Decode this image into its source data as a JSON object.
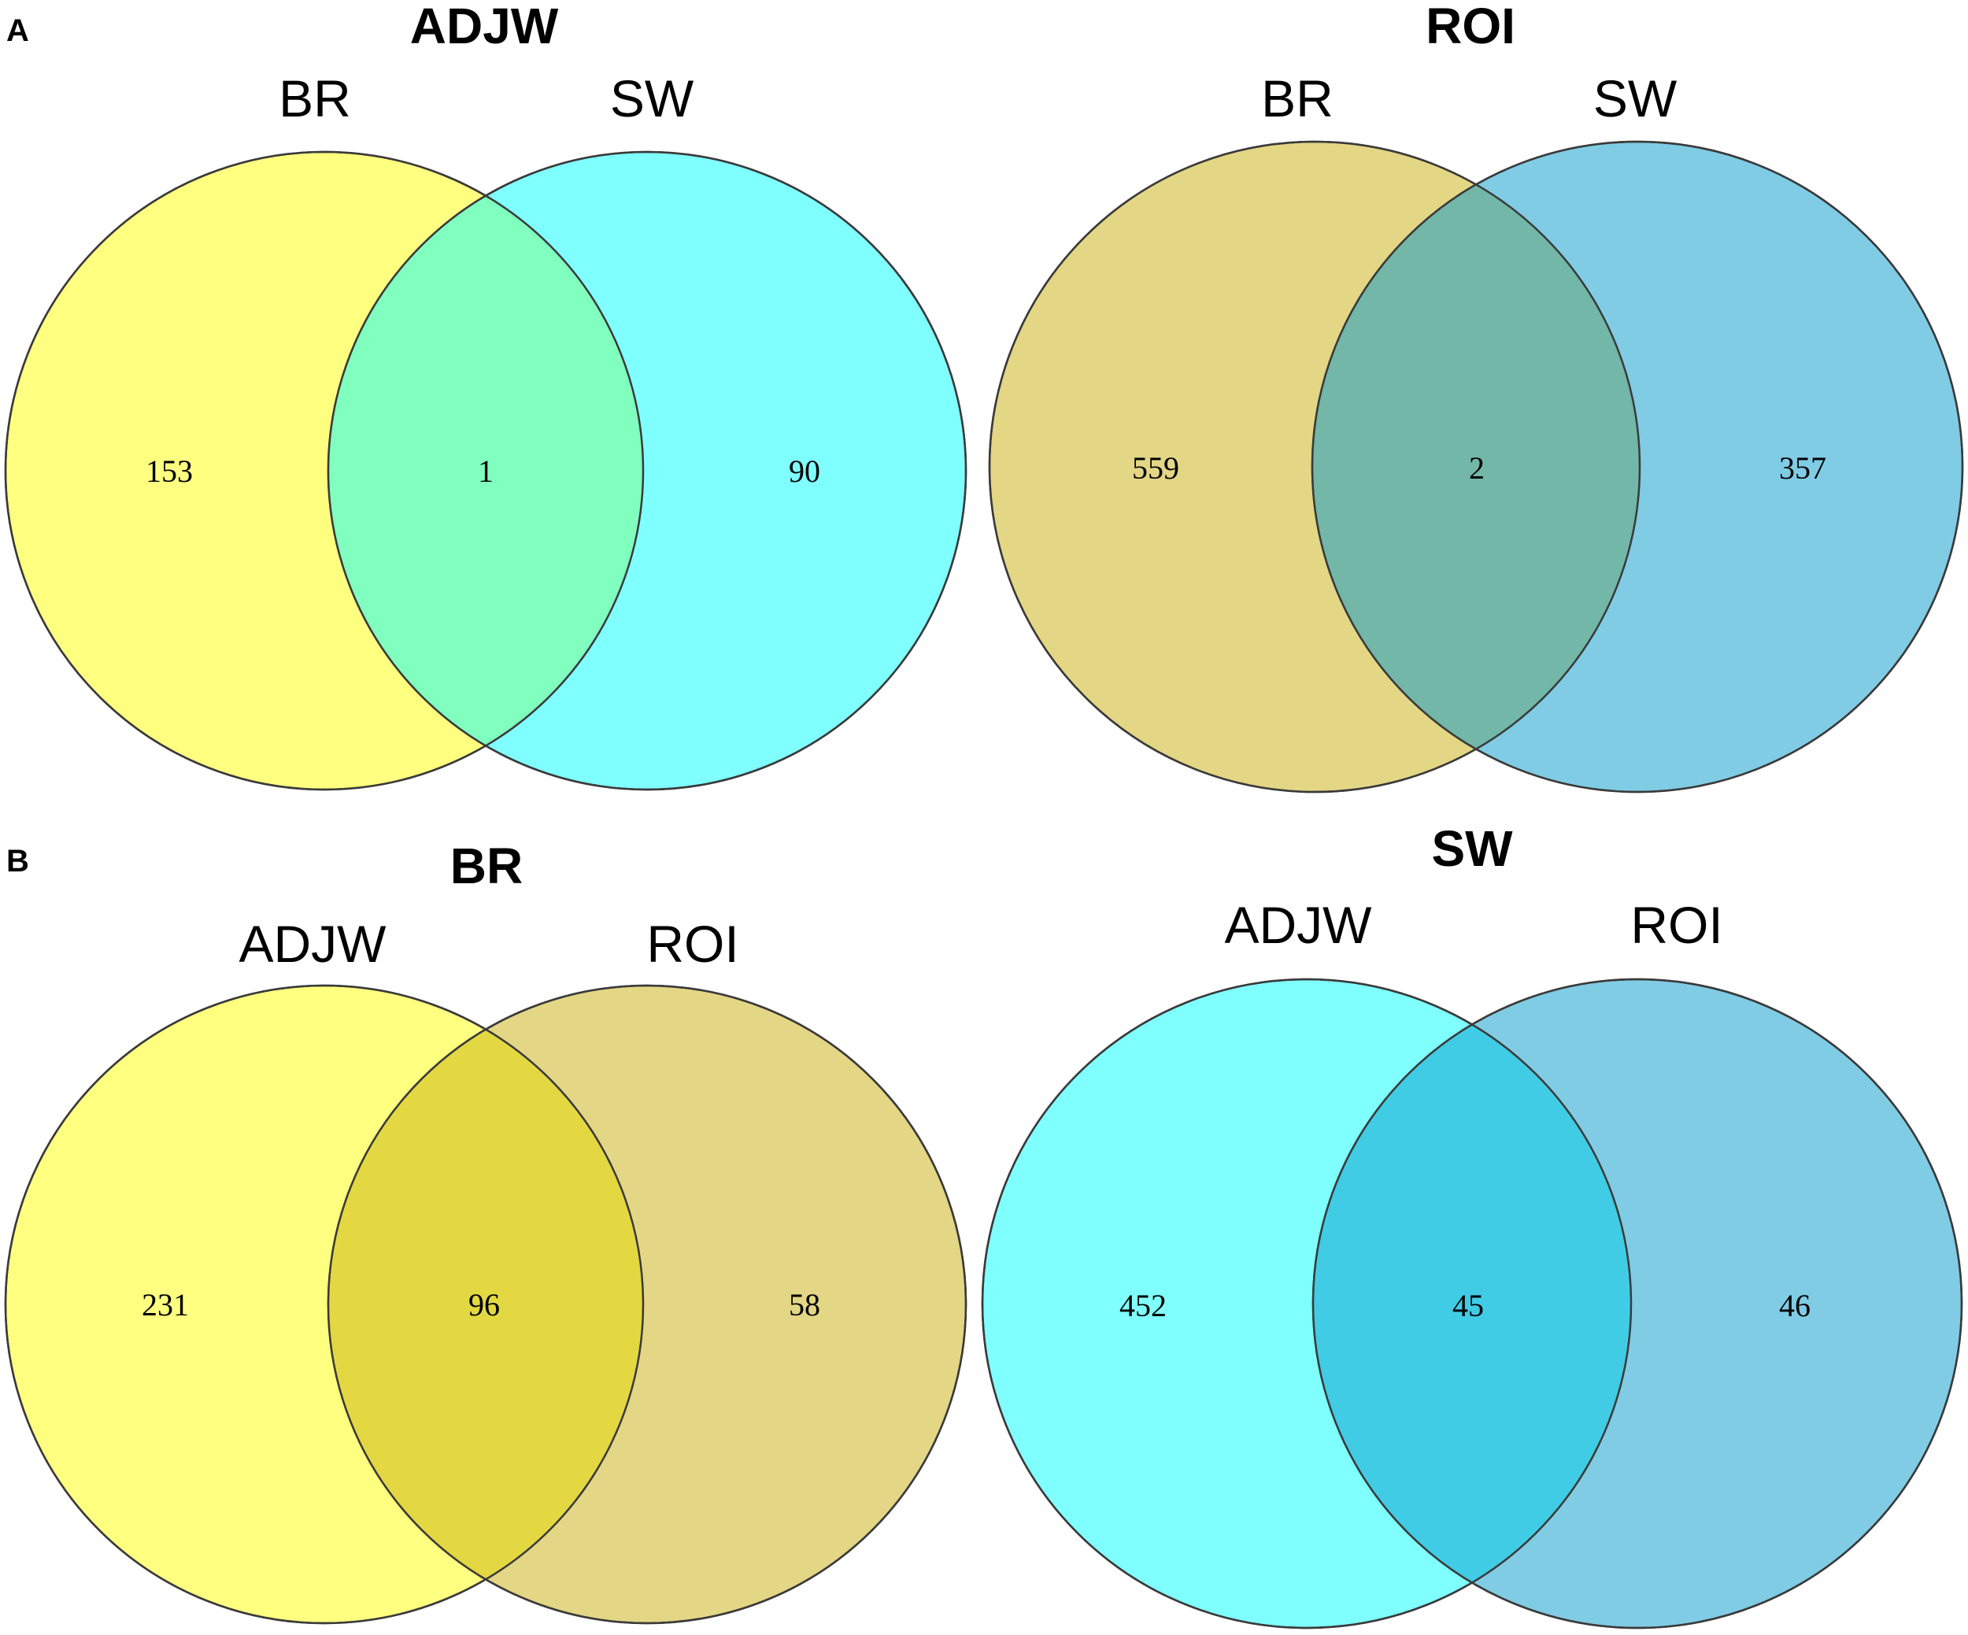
{
  "panels": [
    {
      "id": "A",
      "letter": "A"
    },
    {
      "id": "B",
      "letter": "B"
    }
  ],
  "venns": [
    {
      "title": "ADJW",
      "sets": [
        {
          "label": "BR",
          "color": "#ffff80"
        },
        {
          "label": "SW",
          "color": "#80ffff"
        }
      ],
      "overlap_color": "#80ffbf",
      "counts": {
        "left_only": "153",
        "both": "1",
        "right_only": "90"
      }
    },
    {
      "title": "ROI",
      "sets": [
        {
          "label": "BR",
          "color": "#e3d685"
        },
        {
          "label": "SW",
          "color": "#80cce4"
        }
      ],
      "overlap_color": "#72b7a7",
      "counts": {
        "left_only": "559",
        "both": "2",
        "right_only": "357"
      }
    },
    {
      "title": "BR",
      "sets": [
        {
          "label": "ADJW",
          "color": "#ffff80"
        },
        {
          "label": "ROI",
          "color": "#e3d685"
        }
      ],
      "overlap_color": "#e3d842",
      "counts": {
        "left_only": "231",
        "both": "96",
        "right_only": "58"
      }
    },
    {
      "title": "SW",
      "sets": [
        {
          "label": "ADJW",
          "color": "#80ffff"
        },
        {
          "label": "ROI",
          "color": "#80cce4"
        }
      ],
      "overlap_color": "#40cce4",
      "counts": {
        "left_only": "452",
        "both": "45",
        "right_only": "46"
      }
    }
  ]
}
